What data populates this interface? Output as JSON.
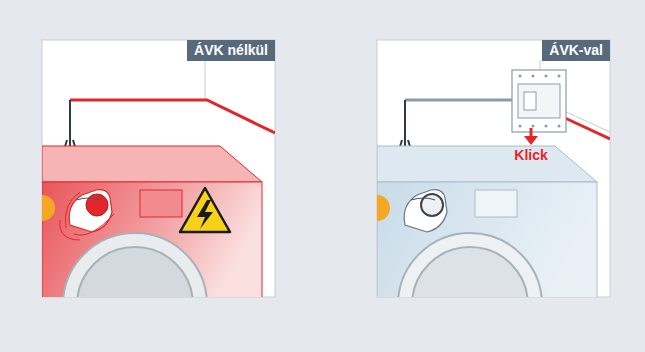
{
  "diagram": {
    "nodes": [
      {
        "text": [
          "ÁVK nélkül"
        ]
      },
      {
        "text": [
          "ÁVK-val"
        ]
      }
    ],
    "labels": [
      "Klick"
    ]
  }
}
